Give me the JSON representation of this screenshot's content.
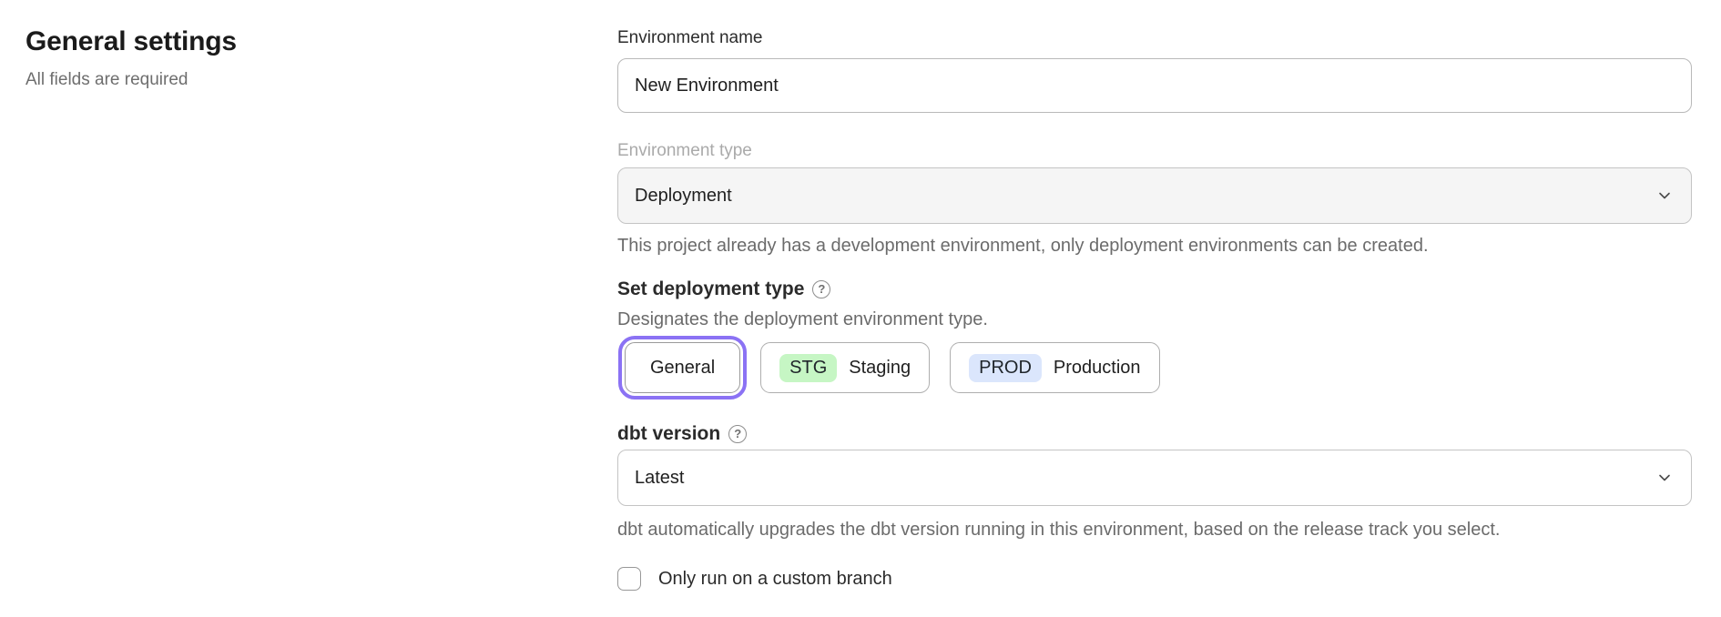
{
  "header": {
    "title": "General settings",
    "subtitle": "All fields are required"
  },
  "form": {
    "environment_name": {
      "label": "Environment name",
      "value": "New Environment"
    },
    "environment_type": {
      "label": "Environment type",
      "value": "Deployment",
      "disabled": true,
      "helper": "This project already has a development environment, only deployment environments can be created."
    },
    "deployment_type": {
      "label": "Set deployment type",
      "description": "Designates the deployment environment type.",
      "options": [
        {
          "label": "General",
          "selected": true
        },
        {
          "badge": "STG",
          "label": "Staging",
          "selected": false
        },
        {
          "badge": "PROD",
          "label": "Production",
          "selected": false
        }
      ]
    },
    "dbt_version": {
      "label": "dbt version",
      "value": "Latest",
      "helper": "dbt automatically upgrades the dbt version running in this environment, based on the release track you select."
    },
    "custom_branch": {
      "label": "Only run on a custom branch",
      "checked": false
    }
  },
  "icons": {
    "help_glyph": "?"
  },
  "colors": {
    "accent_ring": "#8b72f4",
    "badge_staging_bg": "#c6f6c4",
    "badge_production_bg": "#dbe6fc"
  }
}
